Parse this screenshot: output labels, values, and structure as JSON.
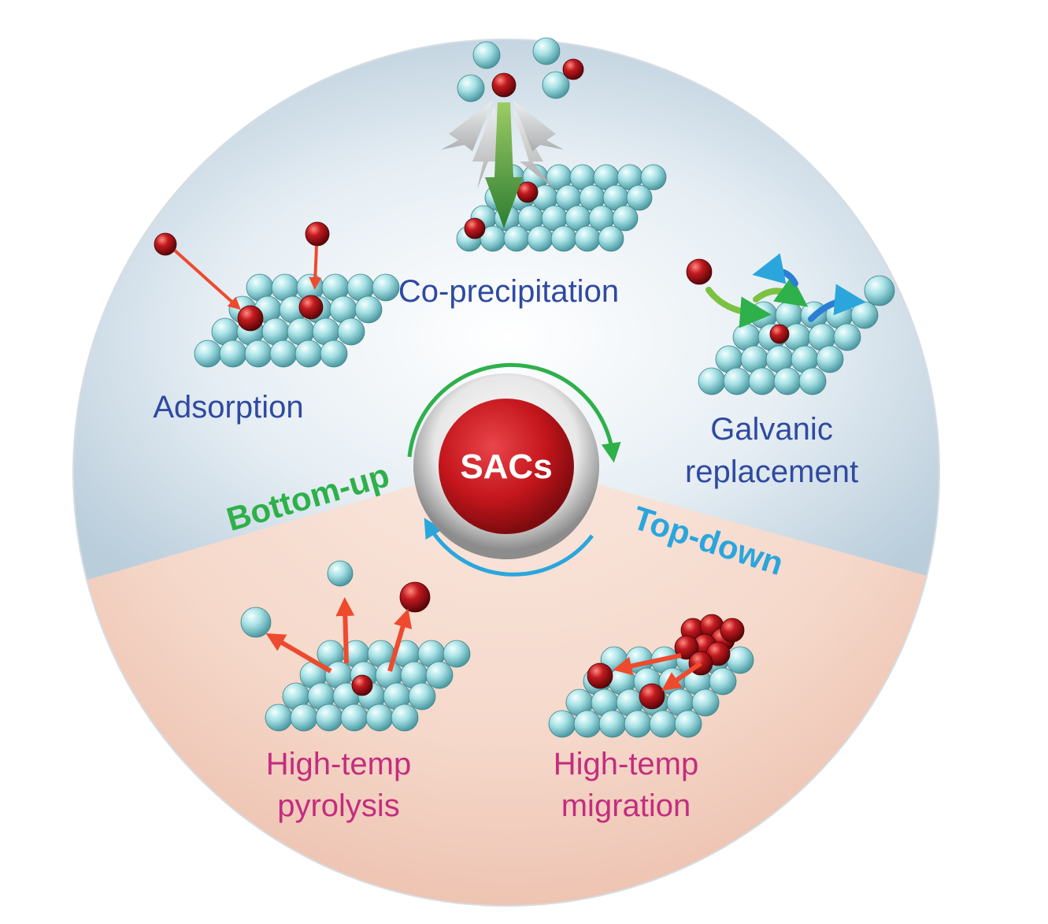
{
  "center": {
    "label": "SACs"
  },
  "arcs": {
    "bottom_up": "Bottom-up",
    "top_down": "Top-down"
  },
  "methods": {
    "co_precipitation": "Co-precipitation",
    "adsorption": "Adsorption",
    "galvanic_line1": "Galvanic",
    "galvanic_line2": "replacement",
    "pyrolysis_line1": "High-temp",
    "pyrolysis_line2": "pyrolysis",
    "migration_line1": "High-temp",
    "migration_line2": "migration"
  },
  "colors": {
    "top_region": "#c9d8e3",
    "bottom_region": "#f3d3c4",
    "bottom_up_accent": "#2eb04a",
    "top_down_accent": "#2aa6dd",
    "bottom_up_label": "#1f4aa6",
    "top_down_label": "#c42d7e",
    "center_red": "#c4161c",
    "support_atom": "#8fd3d9",
    "metal_atom": "#a3141a",
    "arrow_red": "#ee4a2e"
  }
}
